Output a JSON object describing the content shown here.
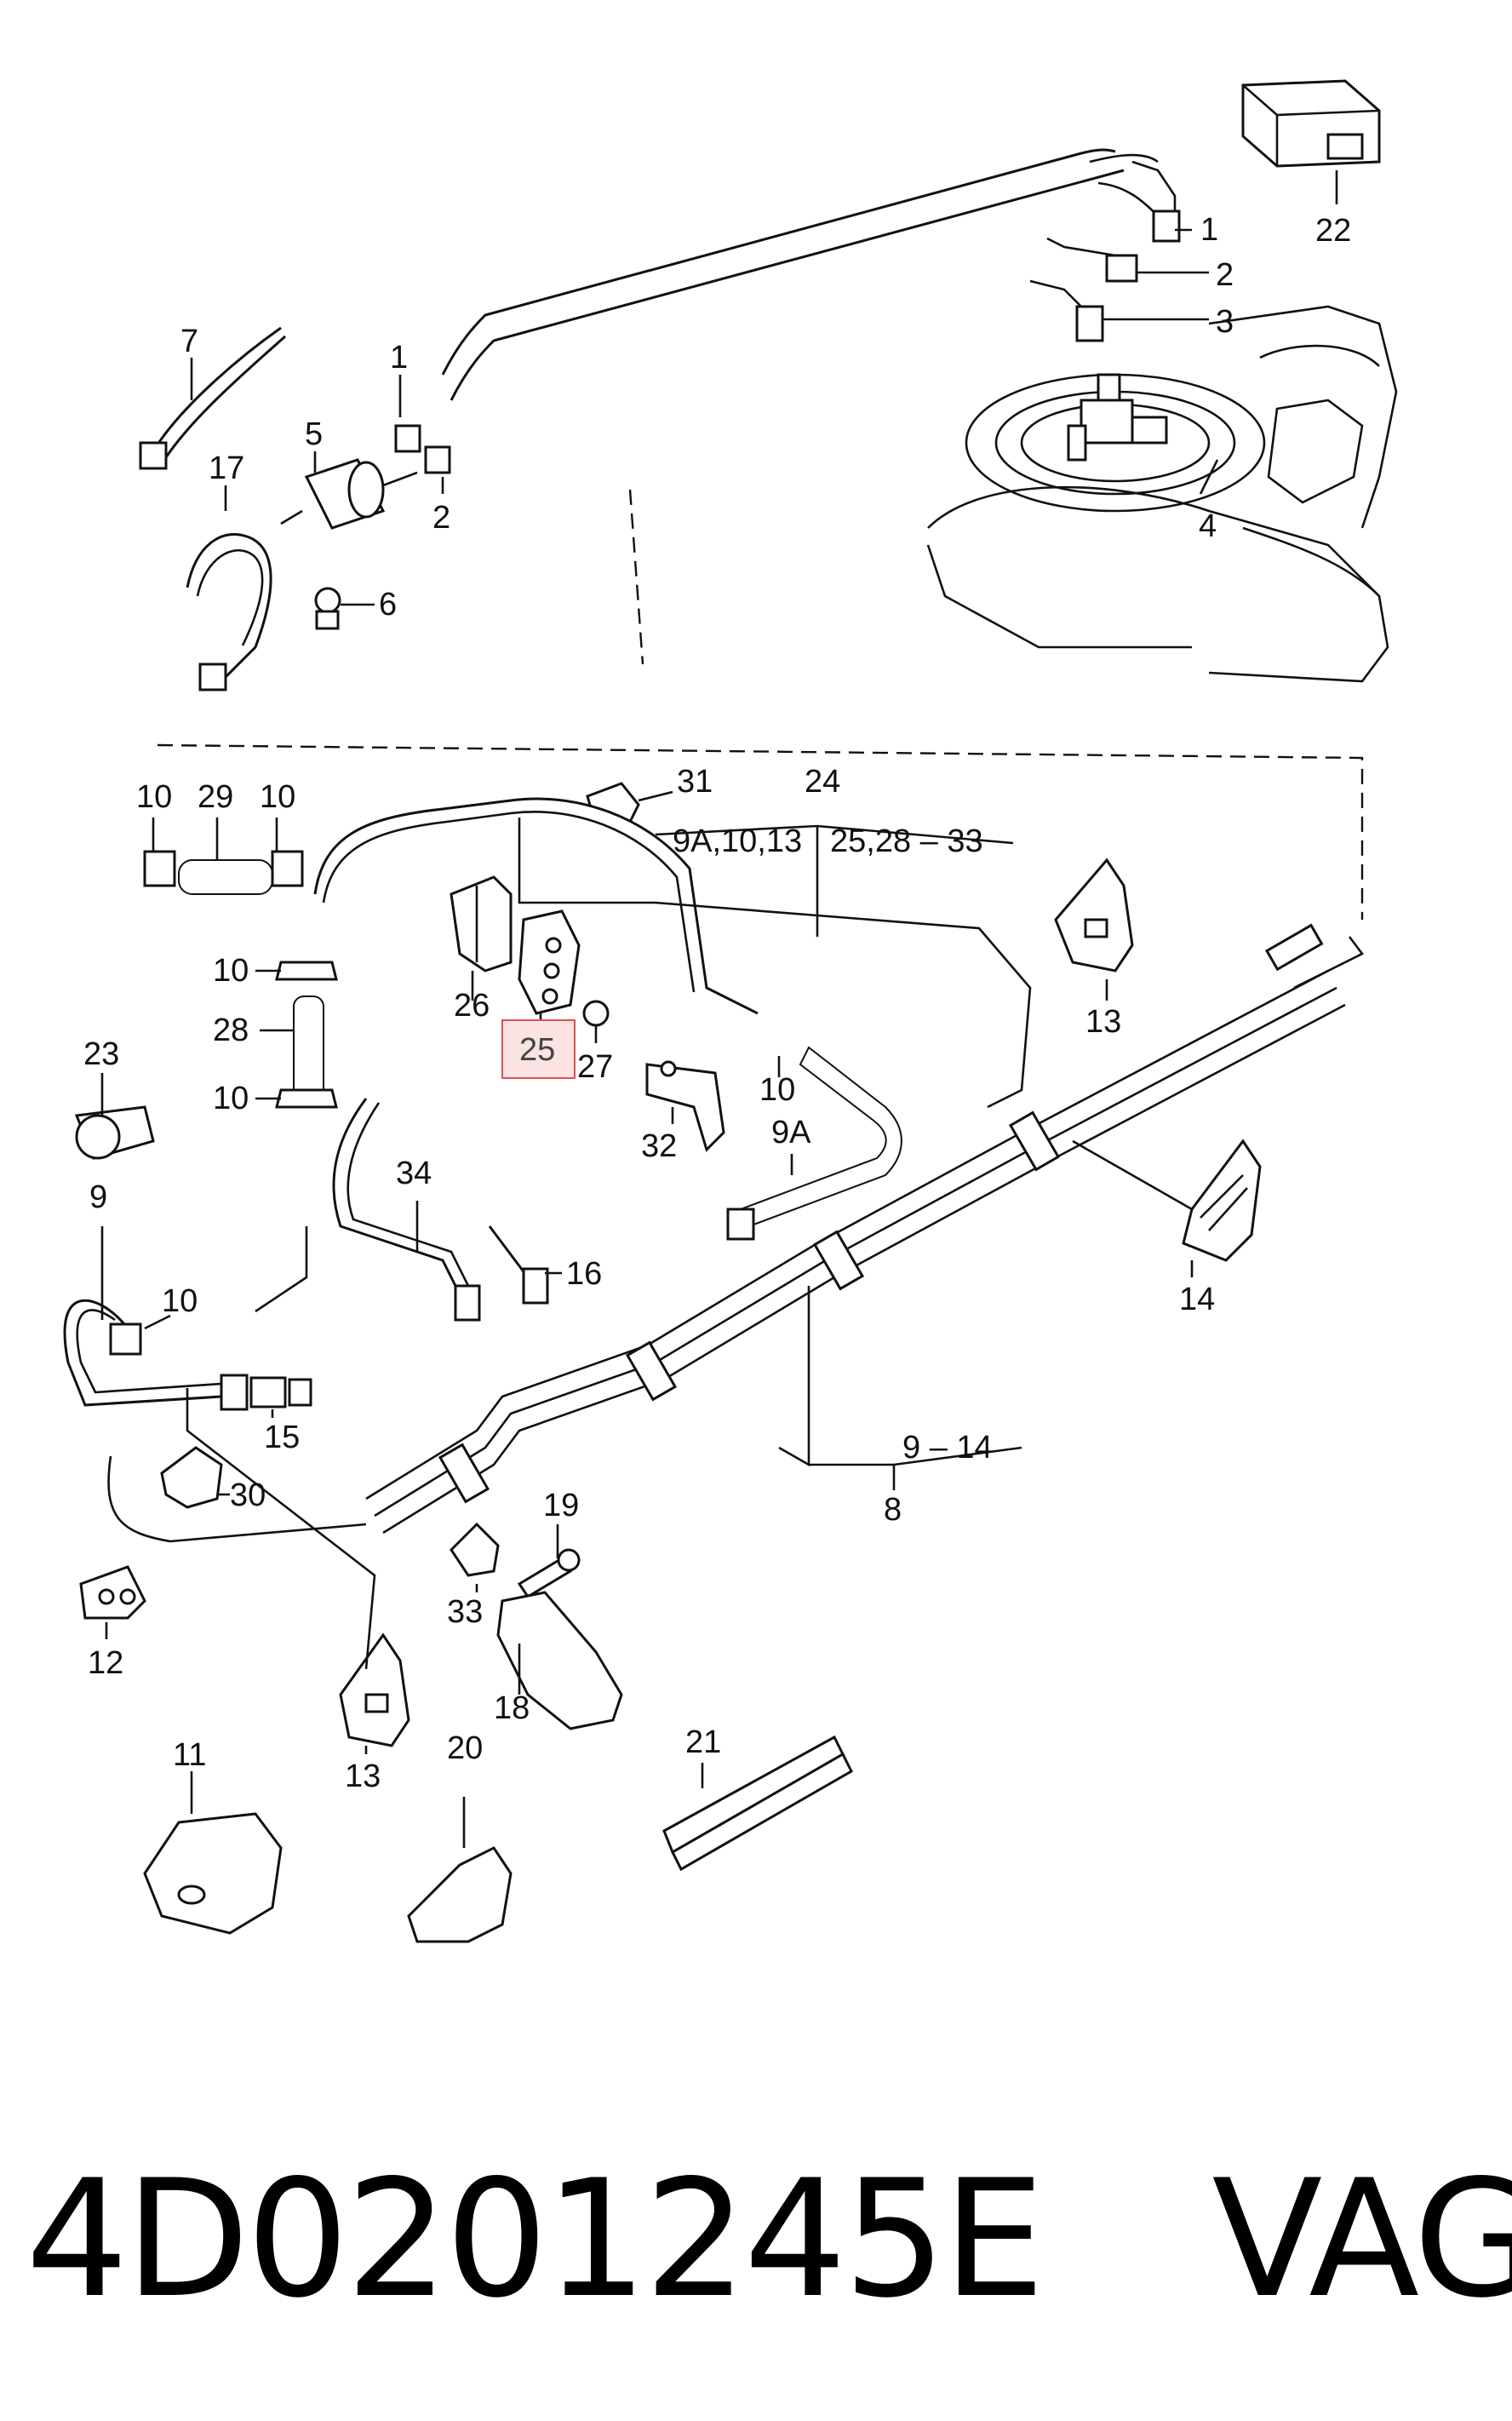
{
  "callouts": {
    "c1a": "1",
    "c2a": "2",
    "c3": "3",
    "c4": "4",
    "c22": "22",
    "c7": "7",
    "c1b": "1",
    "c5": "5",
    "c2b": "2",
    "c17": "17",
    "c6": "6",
    "c10a": "10",
    "c29": "29",
    "c10b": "10",
    "c31": "31",
    "c24": "24",
    "c24a": "9A,10,13",
    "c24b": "25,28 – 33",
    "c10c": "10",
    "c28": "28",
    "c10d": "10",
    "c23": "23",
    "c26": "26",
    "c25": "25",
    "c27": "27",
    "c32": "32",
    "c10e": "10",
    "c9A": "9A",
    "c13a": "13",
    "c34": "34",
    "c16": "16",
    "c9": "9",
    "c10f": "10",
    "c15": "15",
    "c30": "30",
    "c14": "14",
    "c8a": "9 – 14",
    "c8": "8",
    "c19": "19",
    "c33": "33",
    "c18": "18",
    "c12": "12",
    "c13b": "13",
    "c11": "11",
    "c20": "20",
    "c21": "21"
  },
  "highlight": {
    "label": "25",
    "color": "#e05050",
    "fill": "#fbe3e3"
  },
  "footer": {
    "part_number": "4D0201245E",
    "brand": "VAG"
  }
}
